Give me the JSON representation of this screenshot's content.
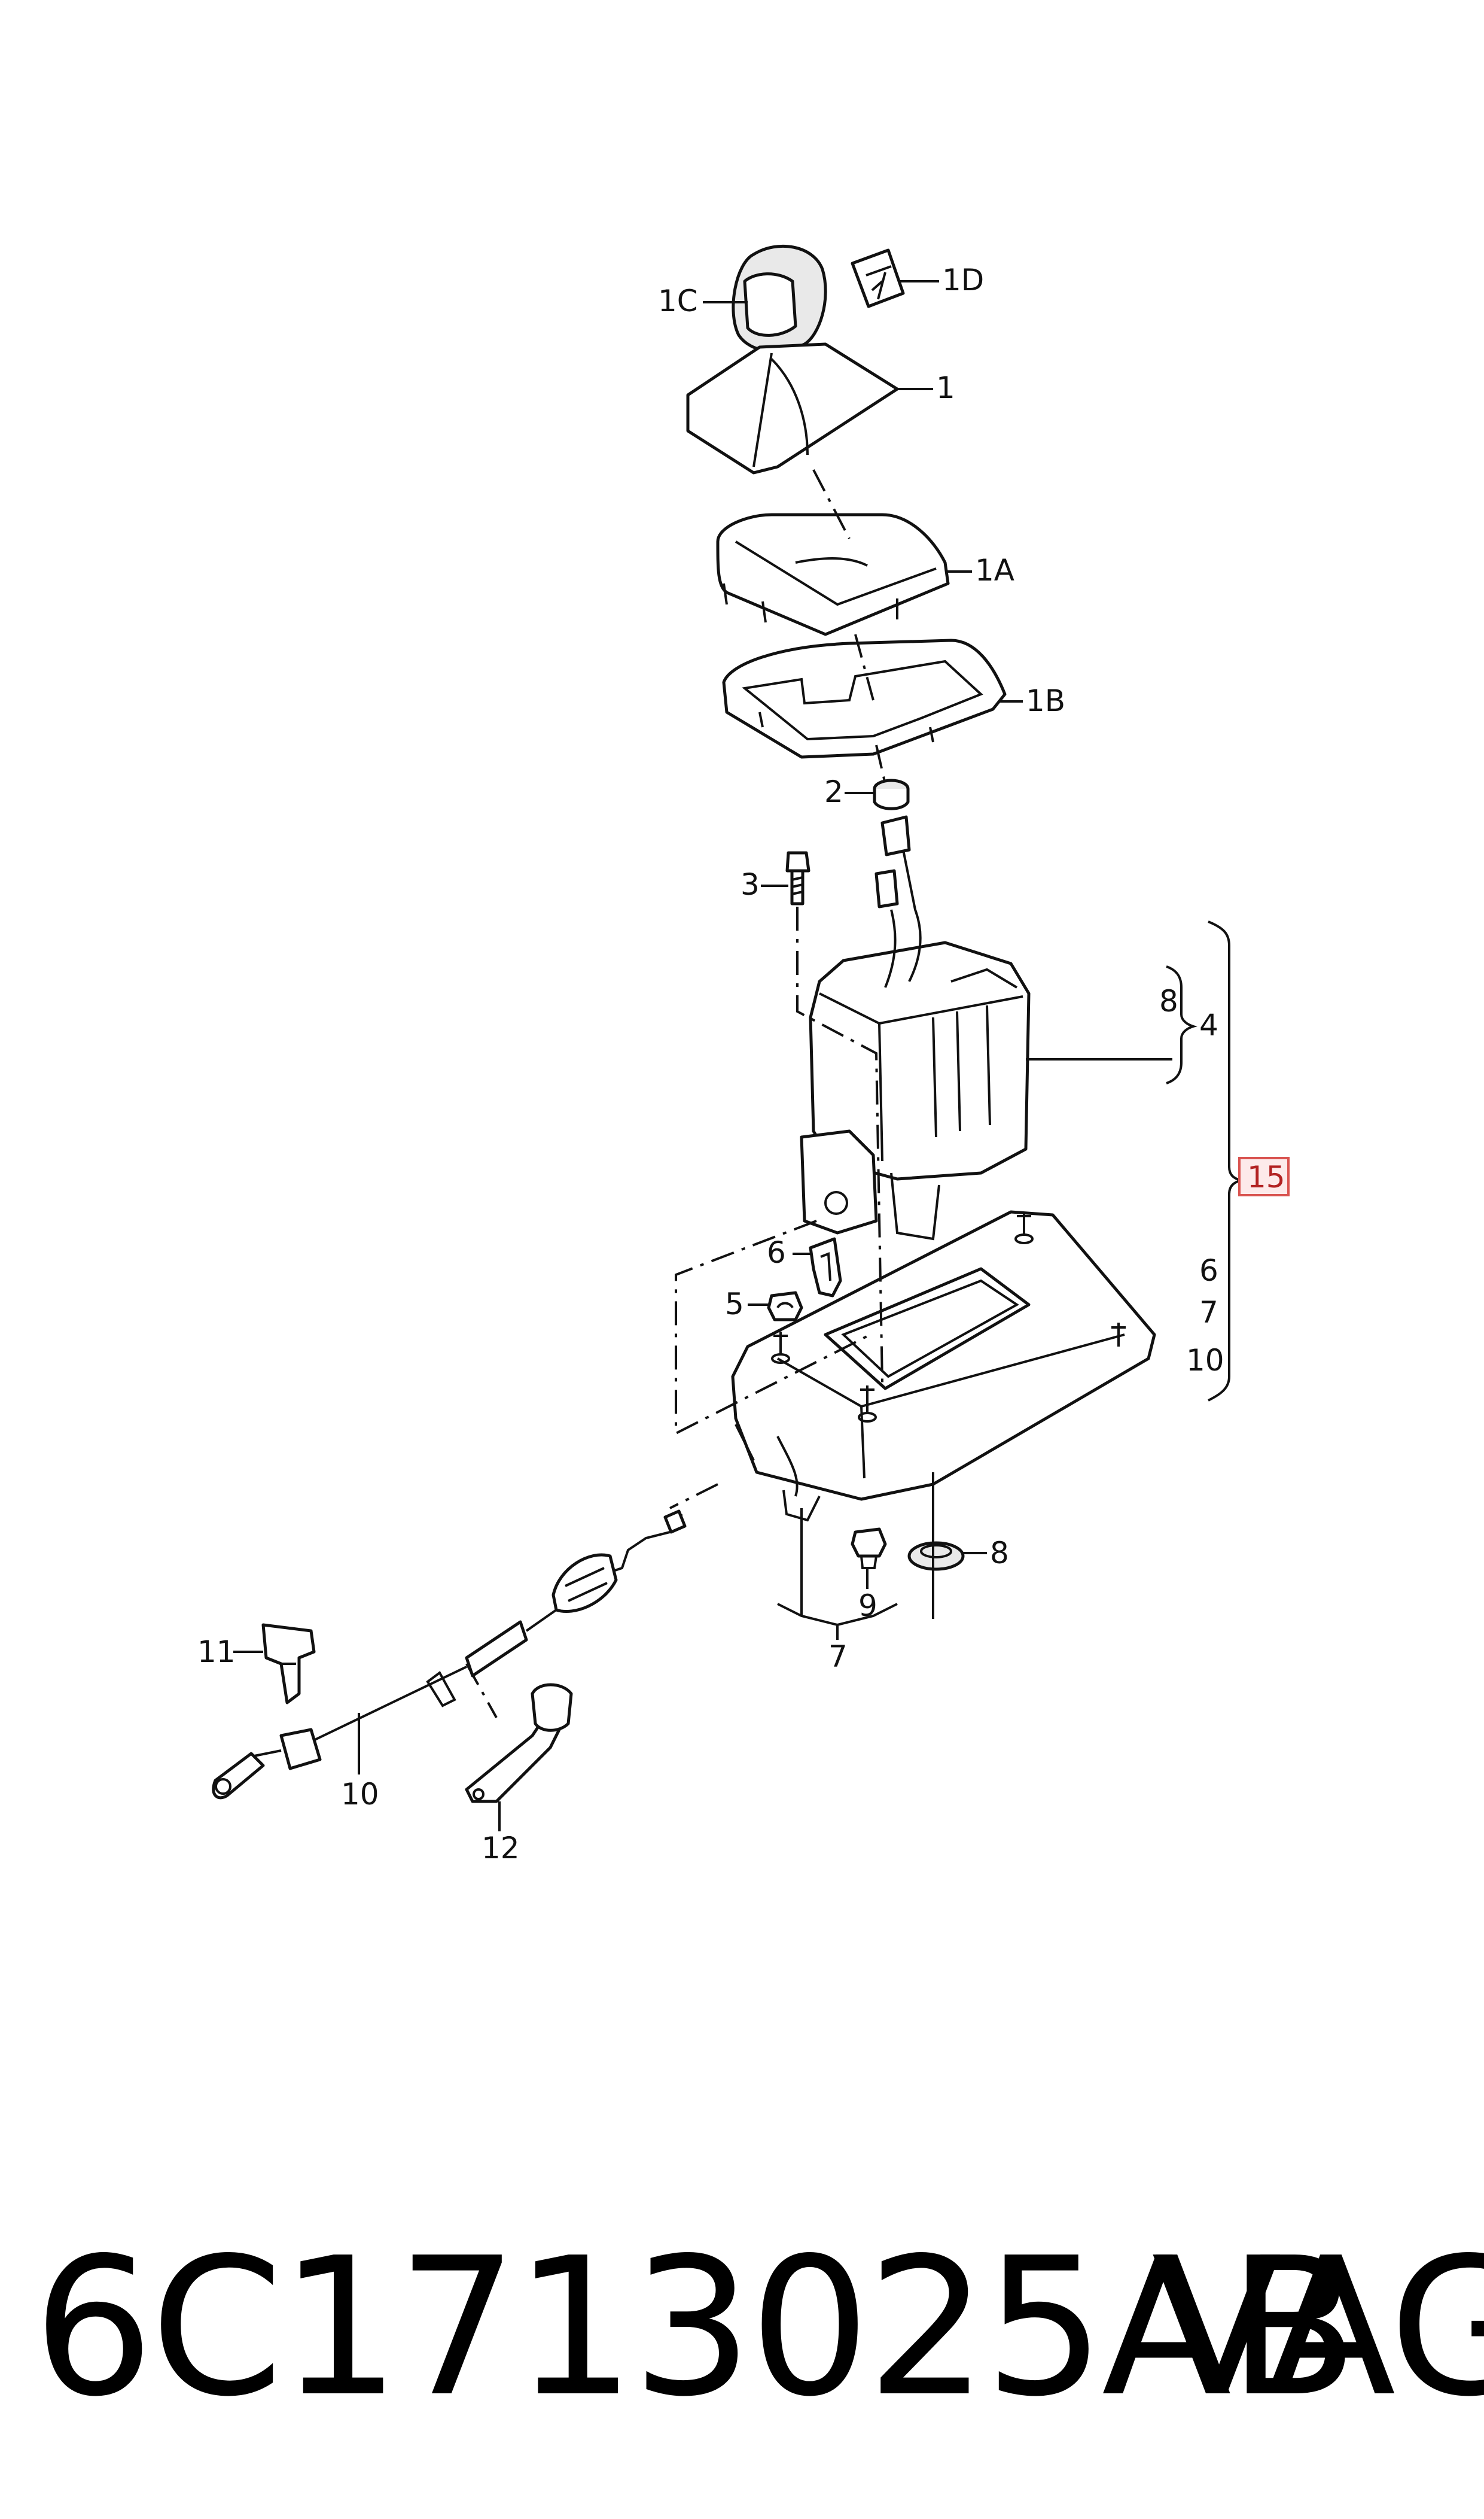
{
  "callouts": {
    "c1": "1",
    "c1A": "1A",
    "c1B": "1B",
    "c1C": "1C",
    "c1D": "1D",
    "c2": "2",
    "c3": "3",
    "c4": "4",
    "c5": "5",
    "c6_left": "6",
    "c6_right": "6",
    "c7_bottom": "7",
    "c7_right": "7",
    "c8_brace": "8",
    "c8_bottom": "8",
    "c9": "9",
    "c10_bottom": "10",
    "c10_right": "10",
    "c11": "11",
    "c12": "12",
    "c15": "15"
  },
  "highlight_color": "#d9534f",
  "caption": {
    "part_number": "6C1713025AB",
    "manufacturer": "VAG"
  }
}
